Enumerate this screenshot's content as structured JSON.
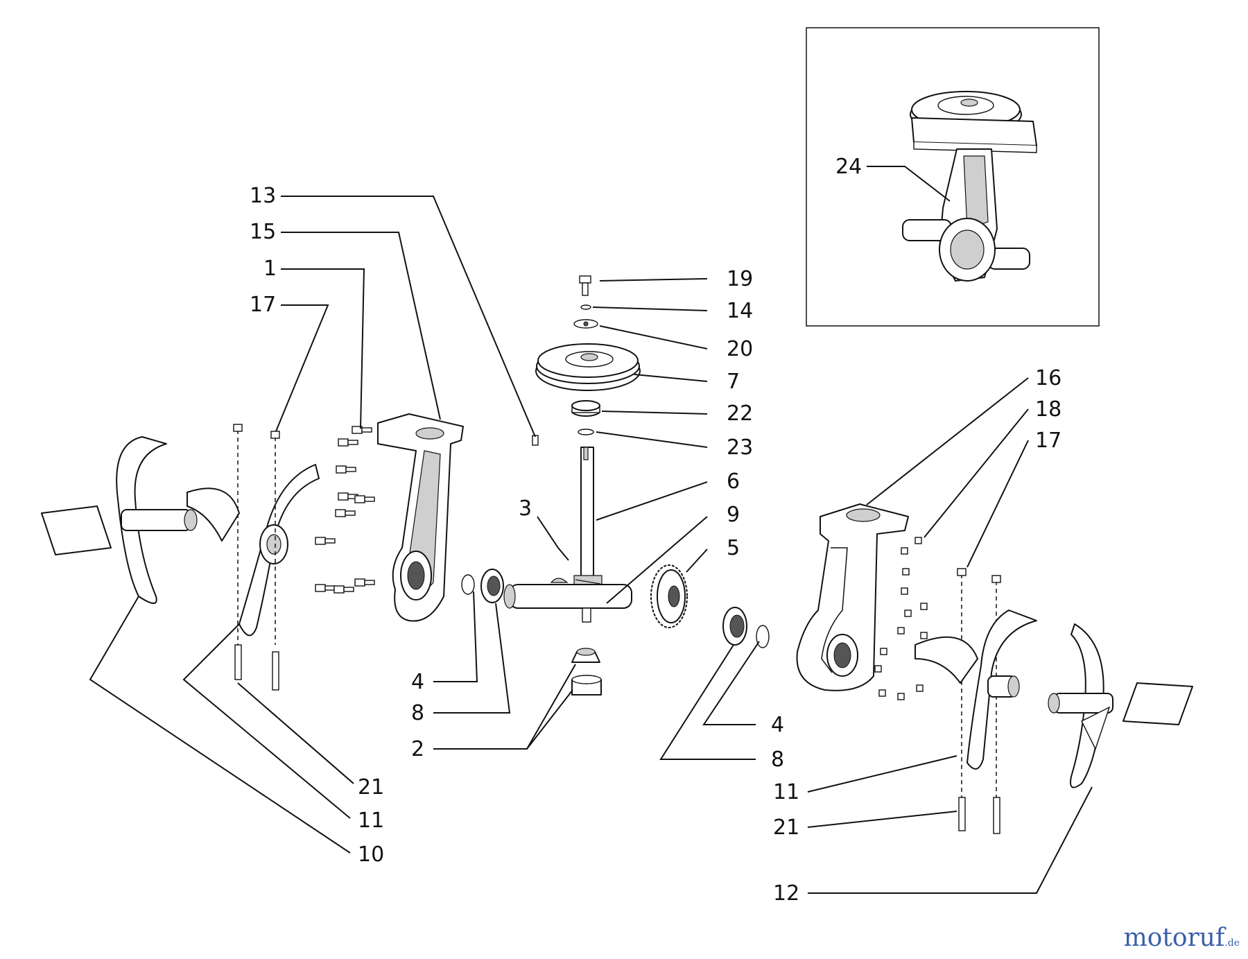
{
  "labels": {
    "l13": "13",
    "l15": "15",
    "l1": "1",
    "l17a": "17",
    "l19": "19",
    "l14": "14",
    "l20": "20",
    "l7": "7",
    "l22": "22",
    "l23": "23",
    "l6": "6",
    "l3": "3",
    "l9": "9",
    "l5": "5",
    "l4a": "4",
    "l8a": "8",
    "l2": "2",
    "l21a": "21",
    "l11a": "11",
    "l10": "10",
    "l16": "16",
    "l18": "18",
    "l17b": "17",
    "l4b": "4",
    "l8b": "8",
    "l11b": "11",
    "l21b": "21",
    "l12": "12",
    "l24": "24"
  },
  "watermark": {
    "part1": "motoruf",
    "part2": "",
    "suffix": ".de"
  }
}
